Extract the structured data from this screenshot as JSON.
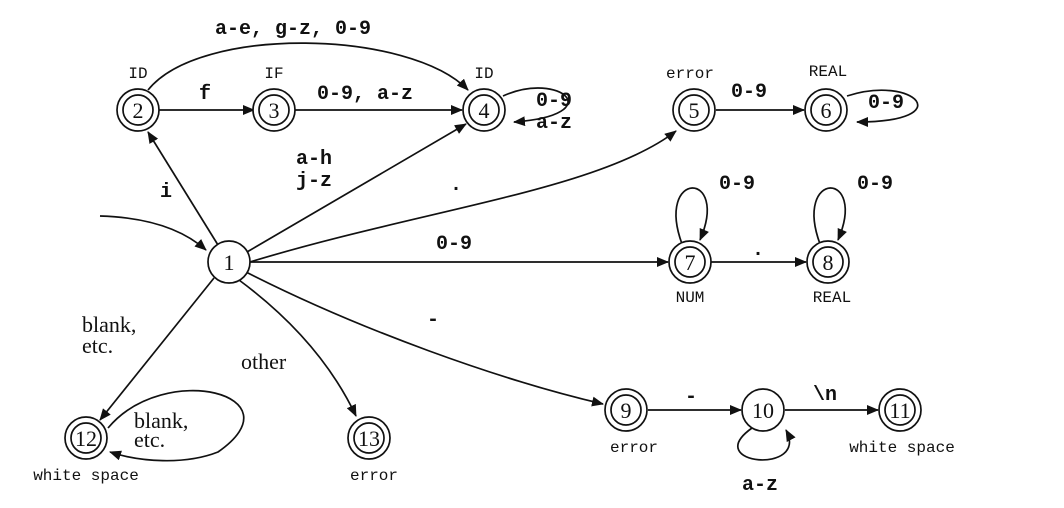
{
  "states": [
    {
      "id": "1",
      "num": "1",
      "final": false,
      "label": ""
    },
    {
      "id": "2",
      "num": "2",
      "final": true,
      "label": "ID"
    },
    {
      "id": "3",
      "num": "3",
      "final": true,
      "label": "IF"
    },
    {
      "id": "4",
      "num": "4",
      "final": true,
      "label": "ID"
    },
    {
      "id": "5",
      "num": "5",
      "final": true,
      "label": "error"
    },
    {
      "id": "6",
      "num": "6",
      "final": true,
      "label": "REAL"
    },
    {
      "id": "7",
      "num": "7",
      "final": true,
      "label": "NUM"
    },
    {
      "id": "8",
      "num": "8",
      "final": true,
      "label": "REAL"
    },
    {
      "id": "9",
      "num": "9",
      "final": true,
      "label": "error"
    },
    {
      "id": "10",
      "num": "10",
      "final": false,
      "label": ""
    },
    {
      "id": "11",
      "num": "11",
      "final": true,
      "label": "white space"
    },
    {
      "id": "12",
      "num": "12",
      "final": true,
      "label": "white space"
    },
    {
      "id": "13",
      "num": "13",
      "final": true,
      "label": "error"
    }
  ],
  "edges": {
    "e1_2": "i",
    "e2_3": "f",
    "e2_4": "a-e, g-z, 0-9",
    "e3_4": "0-9, a-z",
    "e4_4": [
      "0-9",
      "a-z"
    ],
    "e1_4": [
      "a-h",
      "j-z"
    ],
    "e1_5": ".",
    "e5_6": "0-9",
    "e6_6": "0-9",
    "e1_7": "0-9",
    "e7_7": "0-9",
    "e7_8": ".",
    "e8_8": "0-9",
    "e1_9": "-",
    "e9_10": "-",
    "e10_10": "a-z",
    "e10_11": "\\n",
    "e1_12": [
      "blank,",
      "etc."
    ],
    "e12_12": [
      "blank,",
      "etc."
    ],
    "e1_13": "other"
  }
}
